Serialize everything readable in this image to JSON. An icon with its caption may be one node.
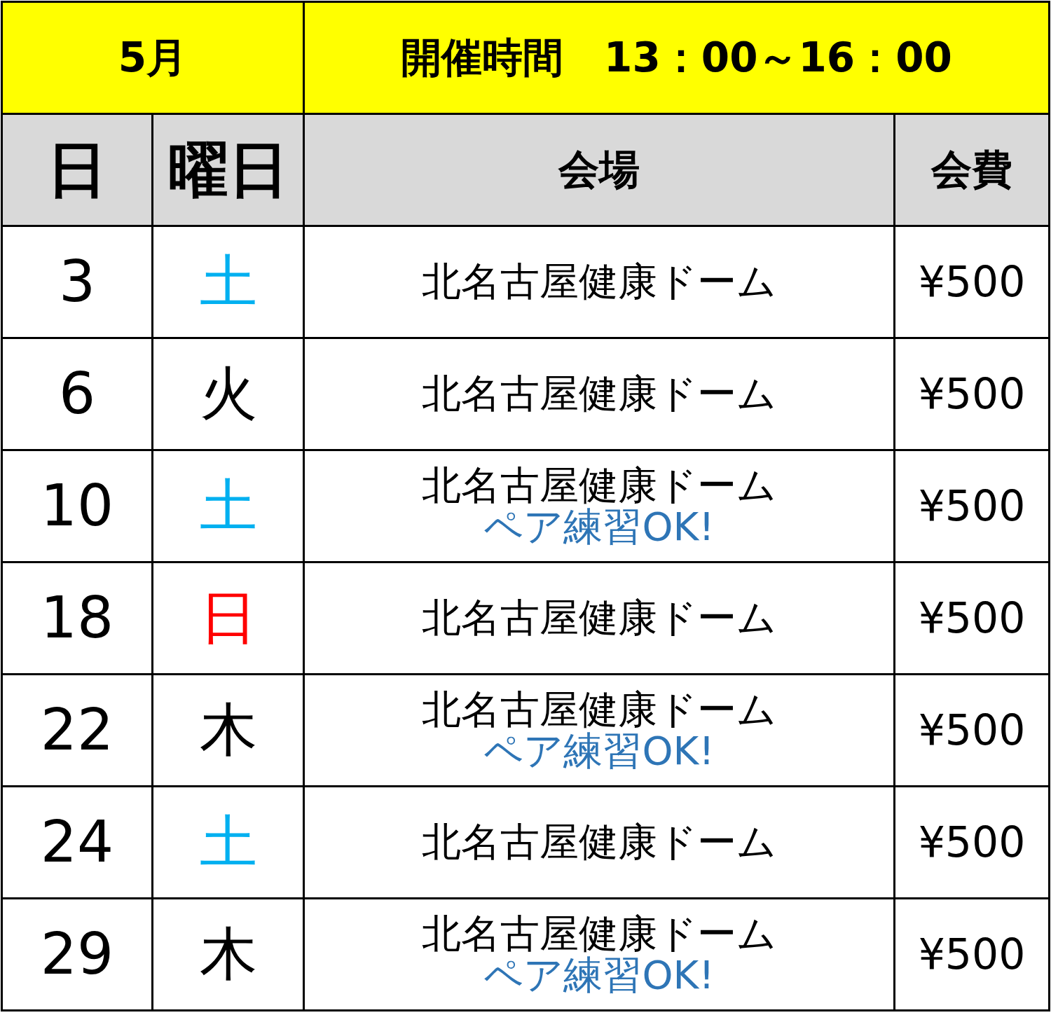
{
  "diagram": {
    "labels": [
      "5月",
      "開催時間　13：00～16：00",
      "日",
      "曜日",
      "会場",
      "会費",
      "3",
      "土",
      "北名古屋健康ドーム",
      "¥500",
      "6",
      "火",
      "北名古屋健康ドーム",
      "¥500",
      "10",
      "土",
      "北名古屋健康ドーム",
      "ペア練習OK!",
      "¥500",
      "18",
      "日",
      "北名古屋健康ドーム",
      "¥500",
      "22",
      "木",
      "北名古屋健康ドーム",
      "ペア練習OK!",
      "¥500",
      "24",
      "土",
      "北名古屋健康ドーム",
      "¥500",
      "29",
      "木",
      "北名古屋健康ドーム",
      "ペア練習OK!",
      "¥500"
    ]
  }
}
